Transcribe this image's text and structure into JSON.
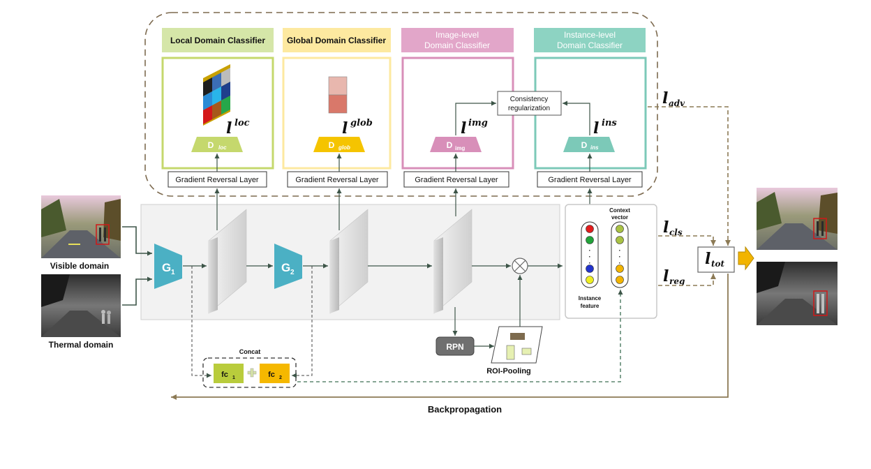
{
  "classifiers": {
    "local": {
      "title": "Local Domain Classifier",
      "grl": "Gradient Reversal Layer",
      "disc": "D",
      "disc_sub": "loc",
      "loss": "l",
      "loss_sup": "loc"
    },
    "global": {
      "title": "Global Domain Classifier",
      "grl": "Gradient Reversal Layer",
      "disc": "D",
      "disc_sub": "glob",
      "loss": "l",
      "loss_sup": "glob"
    },
    "image": {
      "title_line1": "Image-level",
      "title_line2": "Domain Classifier",
      "grl": "Gradient   Reversal Layer",
      "disc": "D",
      "disc_sub": "img",
      "loss": "l",
      "loss_sup": "img"
    },
    "instance": {
      "title_line1": "Instance-level",
      "title_line2": "Domain Classifier",
      "grl": "Gradient   Reversal Layer",
      "disc": "D",
      "disc_sub": "ins",
      "loss": "l",
      "loss_sup": "ins"
    }
  },
  "consistency": {
    "line1": "Consistency",
    "line2": "regularization"
  },
  "generators": {
    "g1": "G",
    "g1_sub": "1",
    "g2": "G",
    "g2_sub": "2"
  },
  "inputs": {
    "visible_label": "Visible domain",
    "thermal_label": "Thermal domain"
  },
  "rpn": "RPN",
  "roi_pooling": "ROI-Pooling",
  "context": {
    "line1": "Context",
    "line2": "vector"
  },
  "instance_feature": {
    "line1": "Instance",
    "line2": "feature"
  },
  "concat": {
    "label": "Concat",
    "fc1": "fc",
    "fc1_sub": "1",
    "fc2": "fc",
    "fc2_sub": "2"
  },
  "losses": {
    "adv": {
      "base": "l",
      "sub": "adv"
    },
    "cls": {
      "base": "l",
      "sub": "cls"
    },
    "reg": {
      "base": "l",
      "sub": "reg"
    },
    "tot": {
      "base": "l",
      "sub": "tot"
    }
  },
  "backprop": "Backpropagation",
  "colors": {
    "local": "#c5d86d",
    "local_bg": "#d5e6a8",
    "global": "#f5c400",
    "global_bg": "#fde9a0",
    "image": "#d88fb9",
    "image_bg": "#e2a6c9",
    "instance": "#7cc9b8",
    "instance_bg": "#8dd3c2",
    "generator": "#4bb0c4",
    "loss_line": "#8c7a55",
    "arrow": "#3d5548"
  },
  "icons": [
    "mosaic-feature-icon",
    "two-cell-feature-icon",
    "multiply-node-icon",
    "plus-icon",
    "output-arrow-icon"
  ]
}
